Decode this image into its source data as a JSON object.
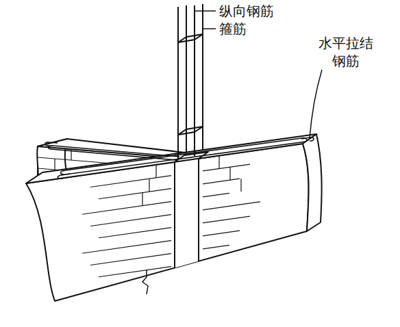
{
  "diagram": {
    "labels": [
      "纵向钢筋",
      "箍筋",
      "水平拉结 钢筋"
    ]
  }
}
